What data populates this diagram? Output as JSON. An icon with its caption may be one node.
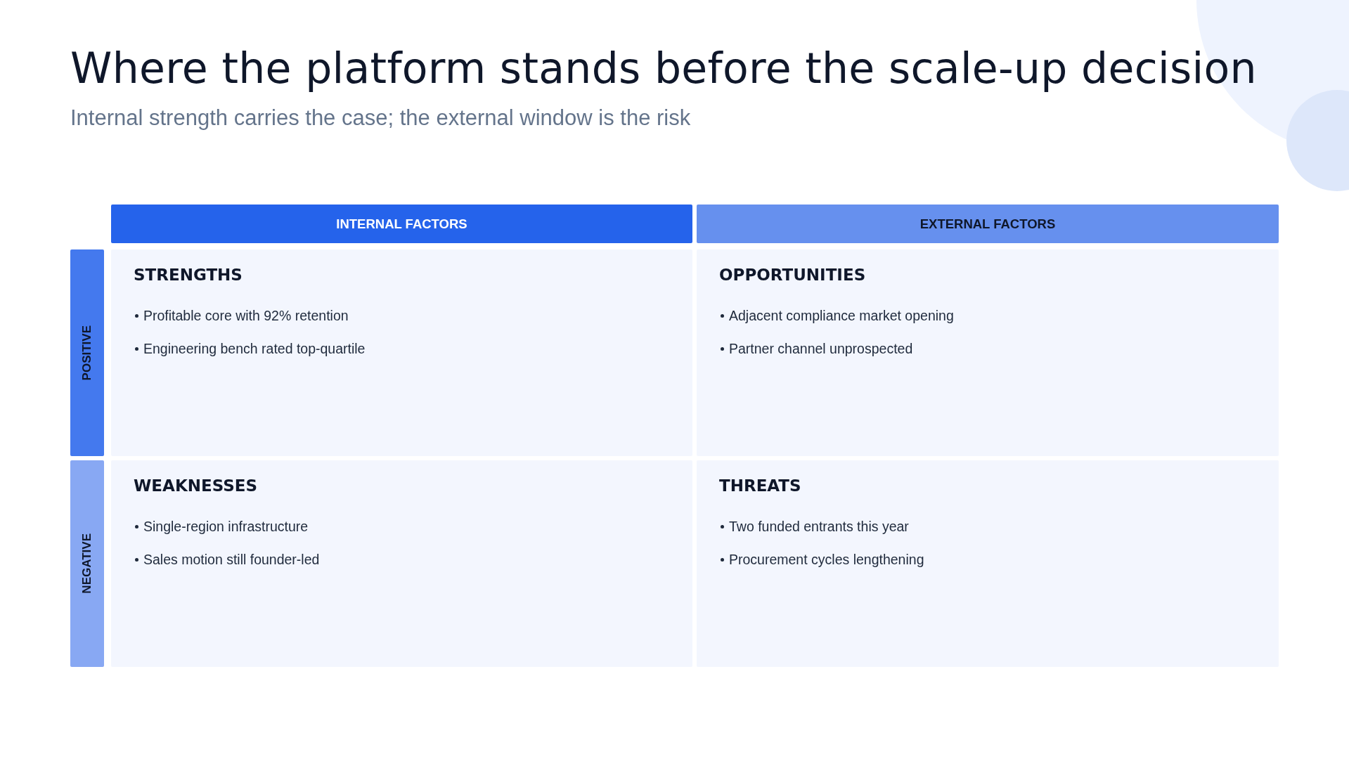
{
  "diagram": {
    "title": "Where the platform stands before the scale-up decision",
    "nodes": [
      {
        "text": [
          "INTERNAL FACTORS"
        ]
      },
      {
        "text": [
          "EXTERNAL FACTORS"
        ]
      },
      {
        "text": [
          "POSITIVE"
        ]
      },
      {
        "text": [
          "STRENGTHS",
          "Profitable core with 92% retention",
          "Engineering bench rated top-quartile"
        ]
      },
      {
        "text": [
          "OPPORTUNITIES",
          "Adjacent compliance market opening",
          "Partner channel unprospected"
        ]
      },
      {
        "text": [
          "NEGATIVE"
        ]
      },
      {
        "text": [
          "WEAKNESSES",
          "Single-region infrastructure",
          "Sales motion still founder-led"
        ]
      },
      {
        "text": [
          "THREATS",
          "Two funded entrants this year",
          "Procurement cycles lengthening"
        ]
      }
    ],
    "labels": [
      "Internal strength carries the case; the external window is the risk"
    ]
  }
}
